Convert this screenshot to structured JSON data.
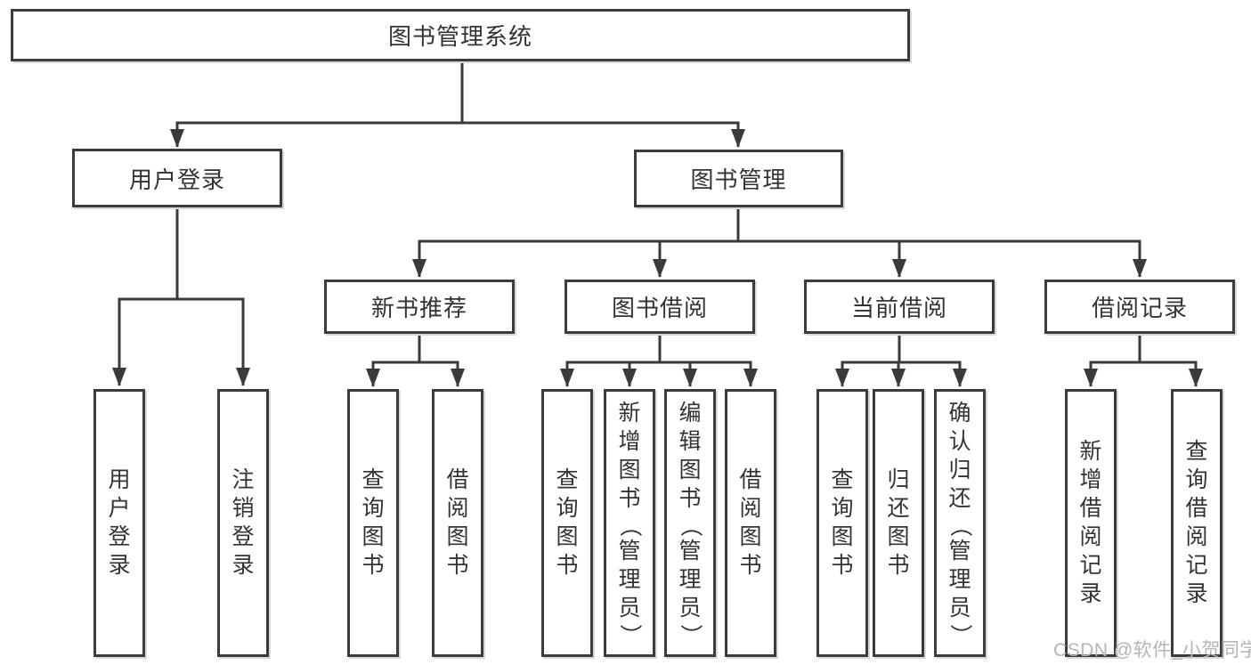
{
  "tree": {
    "root": "图书管理系统",
    "children": [
      {
        "label": "用户登录",
        "children": [
          "用户登录",
          "注销登录"
        ]
      },
      {
        "label": "图书管理",
        "children": [
          {
            "label": "新书推荐",
            "children": [
              "查询图书",
              "借阅图书"
            ]
          },
          {
            "label": "图书借阅",
            "children": [
              "查询图书",
              "新增图书（管理员）",
              "编辑图书（管理员）",
              "借阅图书"
            ]
          },
          {
            "label": "当前借阅",
            "children": [
              "查询图书",
              "归还图书",
              "确认归还（管理员）"
            ]
          },
          {
            "label": "借阅记录",
            "children": [
              "新增借阅记录",
              "查询借阅记录"
            ]
          }
        ]
      }
    ]
  },
  "watermark": {
    "text": "CSDN @软件_小贺同学"
  },
  "colors": {
    "line": "#3a3a3a",
    "box_border": "#3b3b3b",
    "box_bg": "#ffffff",
    "text": "#333333",
    "watermark": "#b5b5b9"
  }
}
